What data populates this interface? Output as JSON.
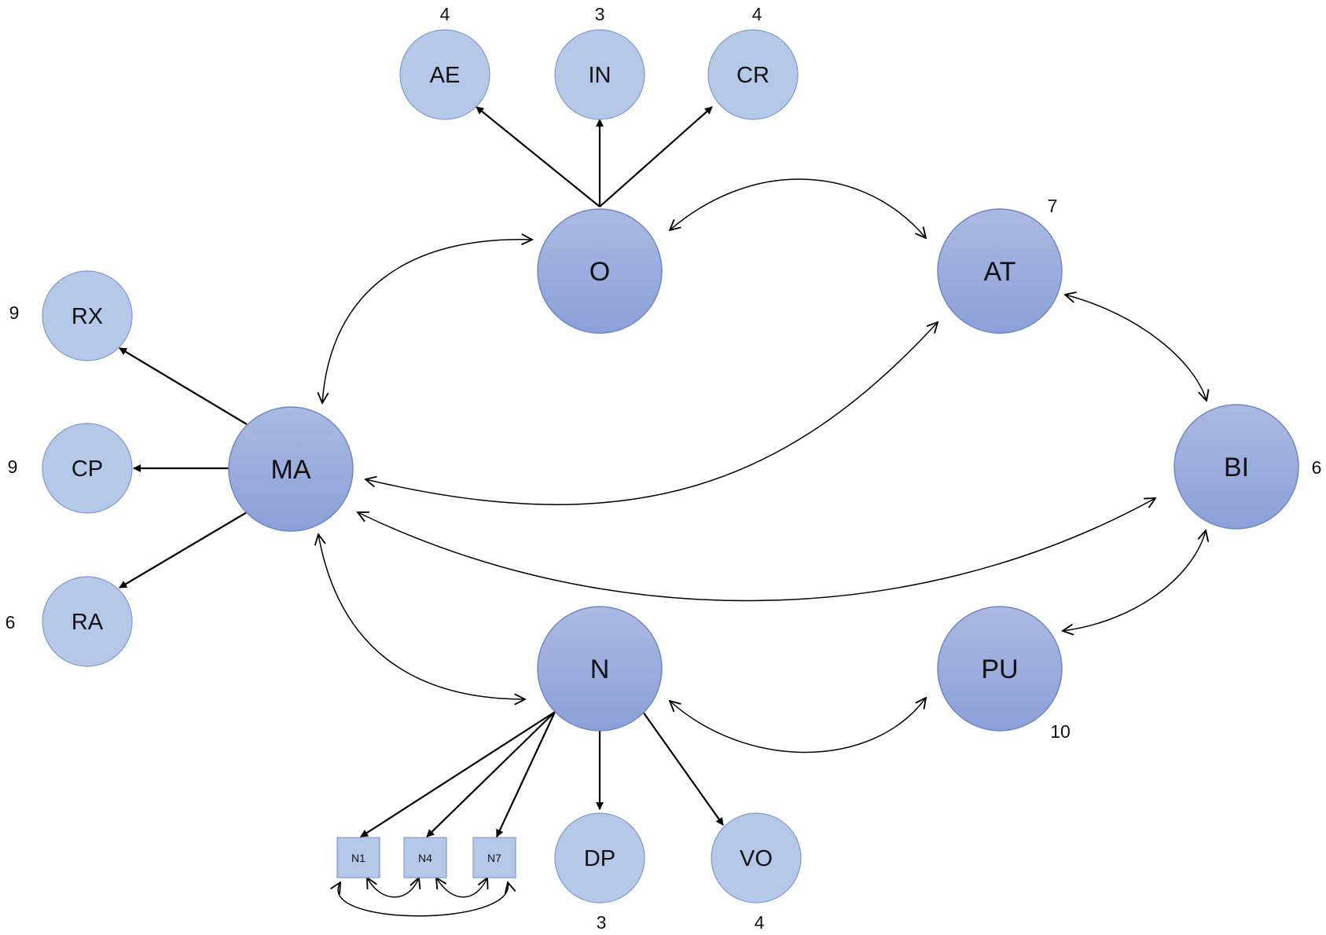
{
  "nodes": {
    "O": {
      "label": "O"
    },
    "AT": {
      "label": "AT"
    },
    "MA": {
      "label": "MA"
    },
    "BI": {
      "label": "BI"
    },
    "N": {
      "label": "N"
    },
    "PU": {
      "label": "PU"
    },
    "AE": {
      "label": "AE",
      "count": "4"
    },
    "IN": {
      "label": "IN",
      "count": "3"
    },
    "CR": {
      "label": "CR",
      "count": "4"
    },
    "RX": {
      "label": "RX",
      "count": "9"
    },
    "CP": {
      "label": "CP",
      "count": "9"
    },
    "RA": {
      "label": "RA",
      "count": "6"
    },
    "DP": {
      "label": "DP",
      "count": "3"
    },
    "VO": {
      "label": "VO",
      "count": "4"
    },
    "N1": {
      "label": "N1"
    },
    "N4": {
      "label": "N4"
    },
    "N7": {
      "label": "N7"
    }
  },
  "counts": {
    "AT": "7",
    "BI": "6",
    "PU": "10"
  },
  "colors": {
    "major_top": "#aab8e0",
    "major_bottom": "#8a9fd6",
    "minor_fill": "#b5c8e8",
    "stroke": "#6f8fc7",
    "edge": "#000000"
  }
}
